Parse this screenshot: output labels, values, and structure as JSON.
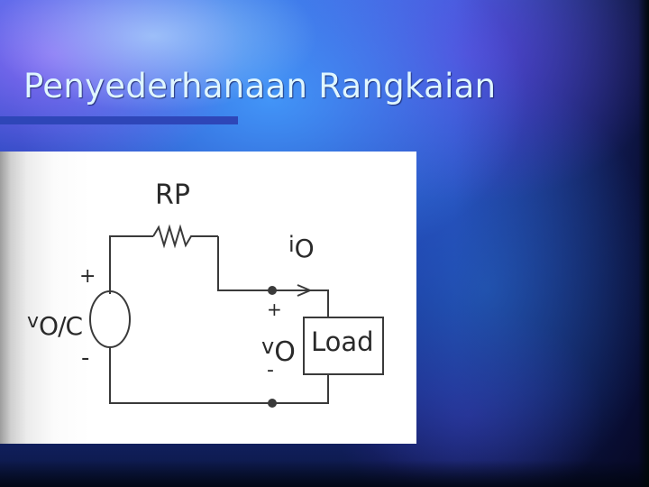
{
  "slide": {
    "title": "Penyederhanaan Rangkaian",
    "theme_colors": {
      "title_text": "#dff6ff",
      "title_rule": "#2e46b8",
      "background_dark": "#152a80",
      "background_light": "#4a8cf0"
    }
  },
  "figure": {
    "description": "Circuit diagram: source v0/c in series with resistor RP feeding a Load",
    "labels": {
      "resistor": "RP",
      "current": "i",
      "current_sub": "O",
      "source": "v",
      "source_sub": "O/C",
      "source_plus": "+",
      "source_minus": "-",
      "output": "v",
      "output_sub": "O",
      "output_plus": "+",
      "output_minus": "-",
      "load": "Load"
    }
  }
}
